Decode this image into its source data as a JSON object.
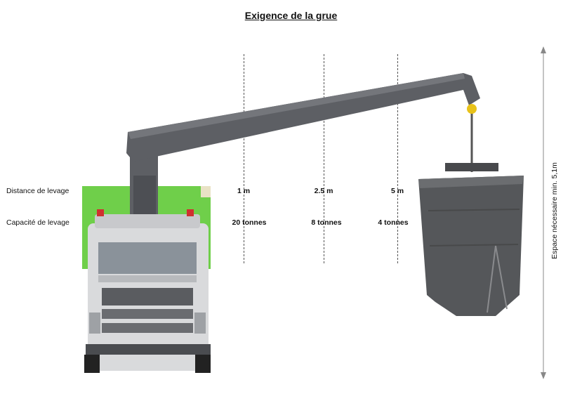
{
  "title": "Exigence de la grue",
  "rows": {
    "distance_label": "Distance de levage",
    "capacity_label": "Capacité de levage"
  },
  "columns": [
    {
      "distance": "1 m",
      "capacity": "20 tonnes"
    },
    {
      "distance": "2.5 m",
      "capacity": "8 tonnes"
    },
    {
      "distance": "5 m",
      "capacity": "4 tonnes"
    }
  ],
  "height_requirement": "Espace nécessaire min. 5,1m",
  "colors": {
    "truck_body": "#6fcf4a",
    "crane": "#5d5f64",
    "hook": "#e8c21a",
    "container": "#55575a"
  }
}
